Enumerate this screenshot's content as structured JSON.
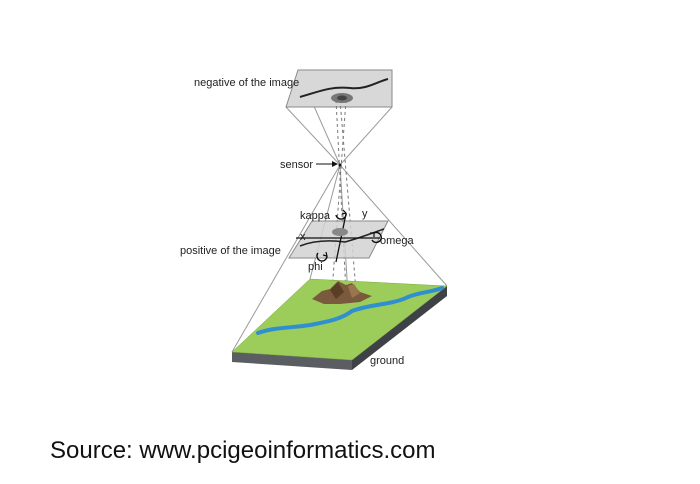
{
  "diagram": {
    "labels": {
      "negative": "negative of the image",
      "sensor": "sensor",
      "kappa": "kappa",
      "y_axis": "y",
      "x_axis": "x",
      "omega": "omega",
      "positive": "positive of the image",
      "phi": "phi",
      "ground": "ground"
    },
    "colors": {
      "grass": "#9ccc5a",
      "river": "#2f8fd0",
      "mountain": "#7a5a3c",
      "soil_side": "#5a5e62",
      "plane_fill": "#d8d8d8",
      "plane_stroke": "#8a8a8a",
      "ray_lines": "#9a9a9a"
    }
  },
  "caption": {
    "source": "Source: www.pcigeoinformatics.com"
  }
}
